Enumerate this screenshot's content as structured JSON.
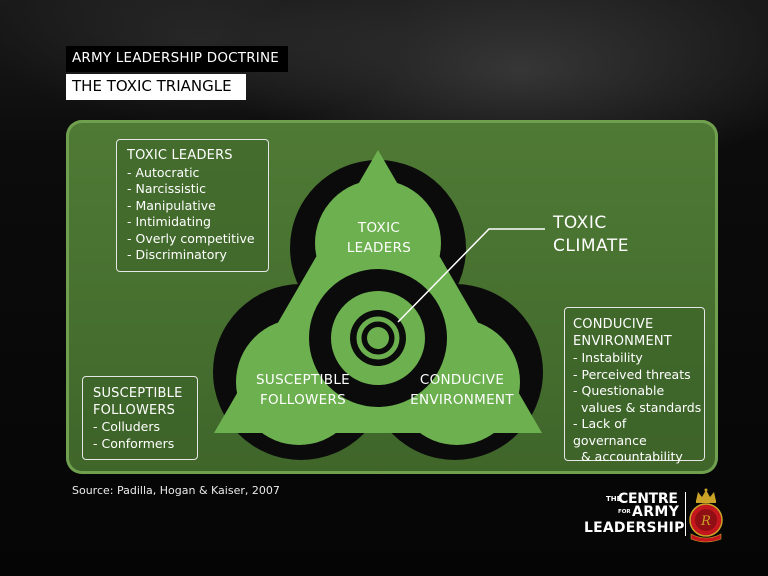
{
  "header": {
    "doctrine_label": "ARMY LEADERSHIP DOCTRINE",
    "title": "THE TOXIC TRIANGLE"
  },
  "boxes": {
    "toxic_leaders": {
      "heading": "TOXIC LEADERS",
      "items": [
        "- Autocratic",
        "- Narcissistic",
        "- Manipulative",
        "- Intimidating",
        "- Overly competitive",
        "- Discriminatory"
      ]
    },
    "susceptible_followers": {
      "heading_line1": "SUSCEPTIBLE",
      "heading_line2": "FOLLOWERS",
      "items": [
        "- Colluders",
        "- Conformers"
      ]
    },
    "conducive_environment": {
      "heading_line1": "CONDUCIVE",
      "heading_line2": "ENVIRONMENT",
      "items": [
        "- Instability",
        "- Perceived threats",
        "- Questionable",
        "  values & standards",
        "- Lack of governance",
        "  & accountability"
      ]
    }
  },
  "triangle": {
    "top_line1": "TOXIC",
    "top_line2": "LEADERS",
    "left_line1": "SUSCEPTIBLE",
    "left_line2": "FOLLOWERS",
    "right_line1": "CONDUCIVE",
    "right_line2": "ENVIRONMENT",
    "center_line1": "TOXIC",
    "center_line2": "CLIMATE"
  },
  "source": "Source: Padilla, Hogan & Kaiser, 2007",
  "logo": {
    "the": "THE",
    "centre": "CENTRE",
    "for": "FOR",
    "army": "ARMY",
    "leadership": "LEADERSHIP",
    "crest_icon": "royal-cipher-crest-icon"
  },
  "colors": {
    "panel_green": "#4a7432",
    "panel_border": "#6f9f4f",
    "triangle_green": "#6cb04f",
    "biohazard_black": "#0a0a0a",
    "crest_red": "#c4161c"
  }
}
